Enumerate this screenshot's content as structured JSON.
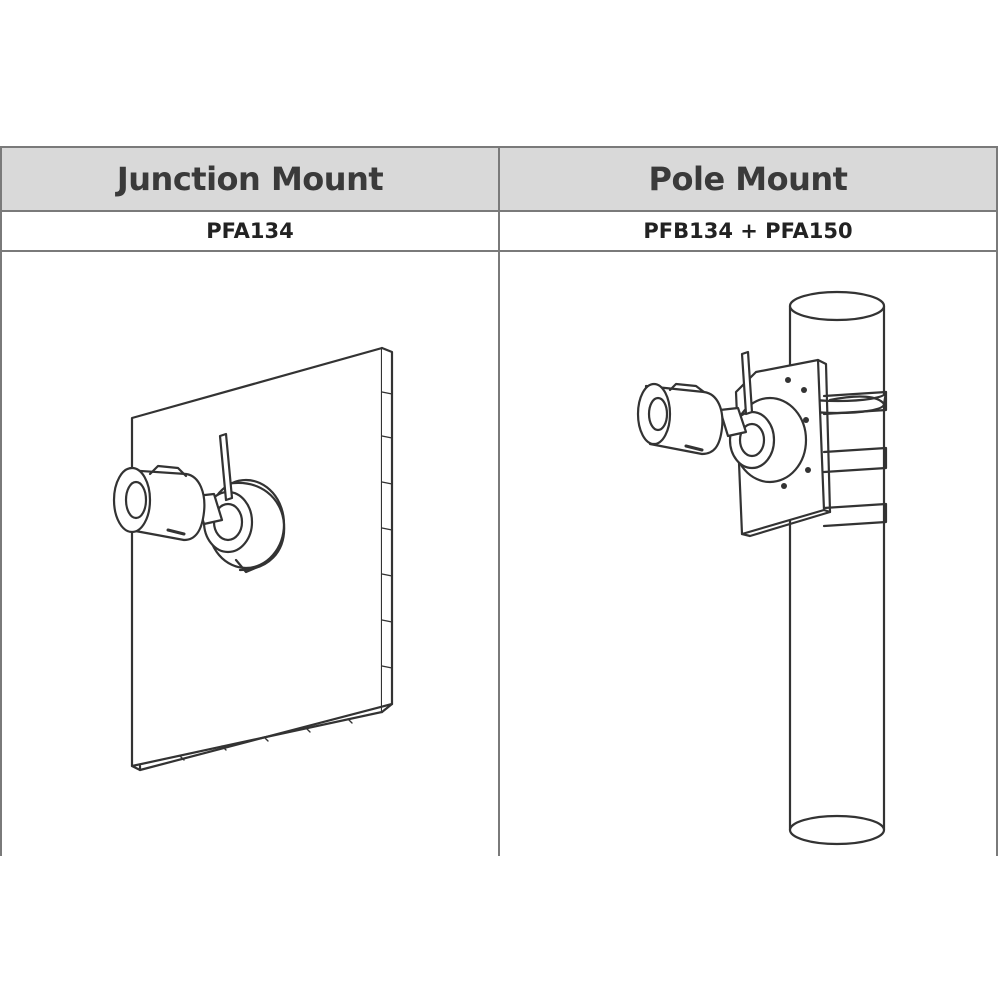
{
  "columns": [
    {
      "title": "Junction Mount",
      "model": "PFA134",
      "illustration": "camera-on-wall"
    },
    {
      "title": "Pole Mount",
      "model": "PFB134 + PFA150",
      "illustration": "camera-on-pole"
    }
  ],
  "colors": {
    "header_bg": "#d9d9d9",
    "border": "#7a7a7a",
    "line": "#333333"
  }
}
